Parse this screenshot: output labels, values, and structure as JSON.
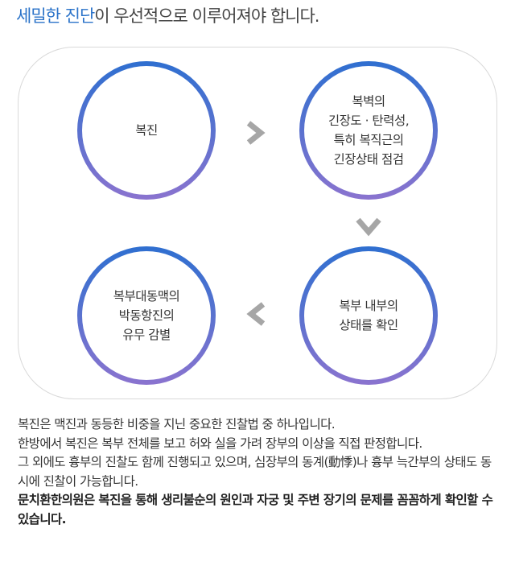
{
  "headline": {
    "highlight": "세밀한 진단",
    "rest": "이 우선적으로 이루어져야 합니다."
  },
  "diagram": {
    "steps": [
      {
        "label": "복진"
      },
      {
        "label": "복벽의\n긴장도 · 탄력성,\n특히 복직근의\n긴장상태 점검"
      },
      {
        "label": "복부 내부의\n상태를 확인"
      },
      {
        "label": "복부대동맥의\n박동항진의\n유무 감별"
      }
    ],
    "arrow_color": "#a6a6a6",
    "circle_gradient": [
      "#2f6fd0",
      "#8a73cf"
    ]
  },
  "description": {
    "paragraphs": [
      "복진은 맥진과 동등한 비중을 지닌 중요한 진찰법 중 하나입니다.",
      "한방에서 복진은 복부 전체를 보고 허와 실을 가려 장부의 이상을 직접 판정합니다.",
      "그 외에도 흉부의 진찰도 함께 진행되고 있으며, 심장부의 동계(動悸)나 흉부 늑간부의 상태도 동시에 진찰이 가능합니다."
    ],
    "emphasis": "문치환한의원은 복진을 통해 생리불순의 원인과 자궁 및 주변 장기의 문제를 꼼꼼하게 확인할 수 있습니다."
  }
}
